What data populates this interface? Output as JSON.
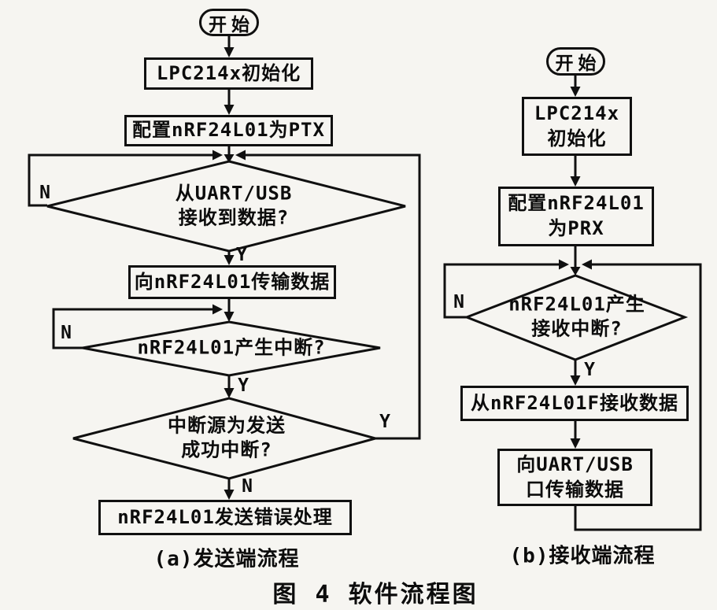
{
  "figure_caption": "图 4 软件流程图",
  "transmitter": {
    "caption": "(a)发送端流程",
    "start": "开始",
    "init": "LPC214x初始化",
    "config": "配置nRF24L01为PTX",
    "uart_decision": {
      "line1": "从UART/USB",
      "line2": "接收到数据?"
    },
    "transmit": "向nRF24L01传输数据",
    "irq_decision": "nRF24L01产生中断?",
    "src_decision": {
      "line1": "中断源为发送",
      "line2": "成功中断?"
    },
    "error": "nRF24L01发送错误处理",
    "labels": {
      "uart_no": "N",
      "uart_yes": "Y",
      "irq_no": "N",
      "irq_yes": "Y",
      "src_yes": "Y",
      "src_no": "N"
    }
  },
  "receiver": {
    "caption": "(b)接收端流程",
    "start": "开始",
    "init": {
      "line1": "LPC214x",
      "line2": "初始化"
    },
    "config": {
      "line1": "配置nRF24L01",
      "line2": "为PRX"
    },
    "rx_decision": {
      "line1": "nRF24L01产生",
      "line2": "接收中断?"
    },
    "receive": "从nRF24L01F接收数据",
    "output": {
      "line1": "向UART/USB",
      "line2": "口传输数据"
    },
    "labels": {
      "rx_no": "N",
      "rx_yes": "Y"
    }
  },
  "colors": {
    "line": "#101010",
    "background": "#f6f5f1"
  }
}
